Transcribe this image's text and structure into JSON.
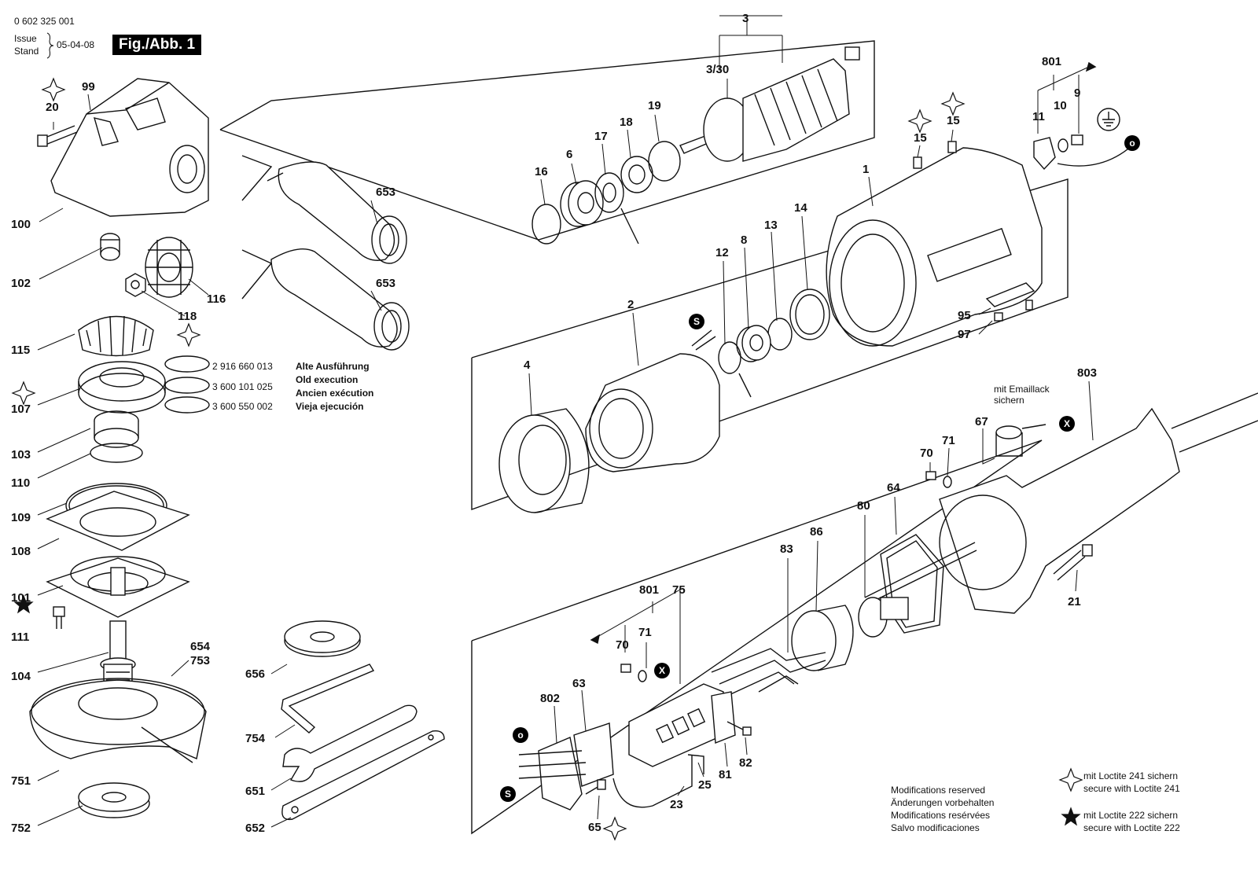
{
  "header": {
    "doc_number": "0 602 325 001",
    "issue_label": "Issue",
    "stand_label": "Stand",
    "date": "05-04-08",
    "figure": "Fig./Abb. 1"
  },
  "old_execution": {
    "codes": [
      "2 916 660 013",
      "3 600 101 025",
      "3 600 550 002"
    ],
    "labels": [
      "Alte Ausführung",
      "Old execution",
      "Ancien exécution",
      "Vieja ejecución"
    ]
  },
  "emaillack": [
    "mit Emaillack",
    "sichern"
  ],
  "modifications": [
    "Modifications reserved",
    "Änderungen vorbehalten",
    "Modifications resérvées",
    "Salvo modificaciones"
  ],
  "loctite": {
    "l241": [
      "mit Loctite 241 sichern",
      "secure with Loctite 241"
    ],
    "l222": [
      "mit Loctite 222 sichern",
      "secure with Loctite 222"
    ]
  },
  "badges": {
    "o": "o",
    "s": "S",
    "x": "X"
  },
  "parts": {
    "p20": "20",
    "p99": "99",
    "p100": "100",
    "p102": "102",
    "p116": "116",
    "p118": "118",
    "p115": "115",
    "p107": "107",
    "p103": "103",
    "p110": "110",
    "p109": "109",
    "p108": "108",
    "p101": "101",
    "p111": "111",
    "p104": "104",
    "p654": "654",
    "p753": "753",
    "p751": "751",
    "p752": "752",
    "p653a": "653",
    "p653b": "653",
    "p656": "656",
    "p754": "754",
    "p651": "651",
    "p652": "652",
    "p3": "3",
    "p330": "3/30",
    "p16": "16",
    "p6": "6",
    "p17": "17",
    "p18": "18",
    "p19": "19",
    "p801a": "801",
    "p10": "10",
    "p9": "9",
    "p11": "11",
    "p15a": "15",
    "p15b": "15",
    "p1": "1",
    "p14": "14",
    "p13": "13",
    "p8": "8",
    "p12": "12",
    "p2": "2",
    "p4": "4",
    "p95": "95",
    "p97": "97",
    "p803": "803",
    "p67": "67",
    "p70a": "70",
    "p71a": "71",
    "p64": "64",
    "p80": "80",
    "p86": "86",
    "p83": "83",
    "p21": "21",
    "p801b": "801",
    "p75": "75",
    "p71b": "71",
    "p70b": "70",
    "p802": "802",
    "p63": "63",
    "p25": "25",
    "p81": "81",
    "p82": "82",
    "p23": "23",
    "p65": "65"
  }
}
